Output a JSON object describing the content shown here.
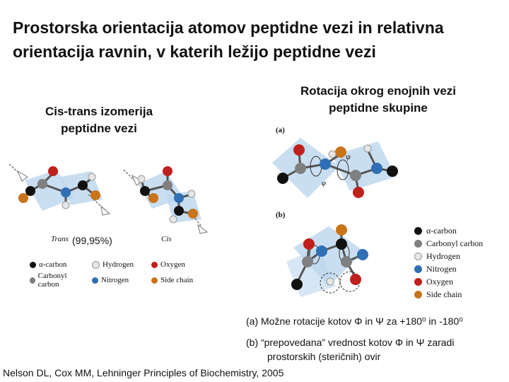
{
  "slide": {
    "title_line1": "Prostorska orientacija atomov peptidne vezi in relativna",
    "title_line2": "orientacija ravnin, v katerih ležijo peptidne vezi"
  },
  "left_panel": {
    "heading_line1": "Cis-trans izomerija",
    "heading_line2": "peptidne vezi",
    "trans_label": "Trans",
    "trans_percent": "(99,95%)",
    "cis_label": "Cis",
    "legend": [
      {
        "label": "α-carbon",
        "color": "#111111"
      },
      {
        "label": "Hydrogen",
        "color": "#e6e6e6"
      },
      {
        "label": "Oxygen",
        "color": "#c0201c"
      },
      {
        "label": "Carbonyl carbon",
        "color": "#808080"
      },
      {
        "label": "Nitrogen",
        "color": "#2f6fb5"
      },
      {
        "label": "Side chain",
        "color": "#c8741a"
      }
    ]
  },
  "right_panel": {
    "heading_line1": "Rotacija okrog enojnih vezi",
    "heading_line2": "peptidne skupine",
    "label_a": "(a)",
    "label_b": "(b)",
    "psi": "ψ",
    "phi": "φ",
    "legend": [
      {
        "label": "α-carbon",
        "color": "#111111"
      },
      {
        "label": "Carbonyl carbon",
        "color": "#808080"
      },
      {
        "label": "Hydrogen",
        "color": "#e6e6e6"
      },
      {
        "label": "Nitrogen",
        "color": "#2f6fb5"
      },
      {
        "label": "Oxygen",
        "color": "#c0201c"
      },
      {
        "label": "Side chain",
        "color": "#c8741a"
      }
    ]
  },
  "captions": {
    "a": "(a)  Možne rotacije kotov Φ in Ψ za +180⁰ in -180⁰",
    "b_line1": "(b)  “prepovedana” vrednost kotov Φ in  Ψ  zaradi",
    "b_line2": "prostorskih (steričnih) ovir"
  },
  "citation": "Nelson DL, Cox MM, Lehninger Principles of Biochemistry, 2005"
}
